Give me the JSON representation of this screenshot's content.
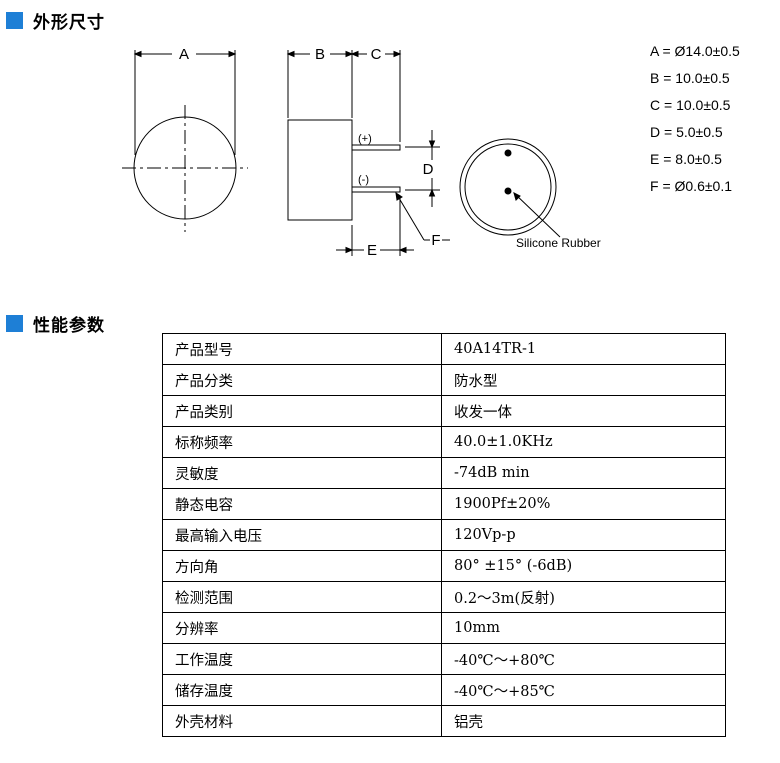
{
  "sections": {
    "outline_title": "外形尺寸",
    "performance_title": "性能参数"
  },
  "colors": {
    "accent": "#1e7fd6"
  },
  "drawing": {
    "label_a": "A",
    "label_b": "B",
    "label_c": "C",
    "label_d": "D",
    "label_e": "E",
    "label_f": "F",
    "plus": "(+)",
    "minus": "(-)",
    "silicone": "Silicone Rubber"
  },
  "specs": [
    "A = Ø14.0±0.5",
    "B = 10.0±0.5",
    "C = 10.0±0.5",
    "D = 5.0±0.5",
    "E = 8.0±0.5",
    "F = Ø0.6±0.1"
  ],
  "table": [
    [
      "产品型号",
      "40A14TR-1"
    ],
    [
      "产品分类",
      "防水型"
    ],
    [
      "产品类别",
      "收发一体"
    ],
    [
      "标称频率",
      "40.0±1.0KHz"
    ],
    [
      "灵敏度",
      "-74dB min"
    ],
    [
      "静态电容",
      "1900Pf±20%"
    ],
    [
      "最高输入电压",
      "120Vp-p"
    ],
    [
      "方向角",
      "80° ±15° (-6dB)"
    ],
    [
      "检测范围",
      "0.2～3m(反射)"
    ],
    [
      "分辨率",
      "10mm"
    ],
    [
      "工作温度",
      "-40℃～+80℃"
    ],
    [
      "储存温度",
      "-40℃～+85℃"
    ],
    [
      "外壳材料",
      "铝壳"
    ]
  ]
}
